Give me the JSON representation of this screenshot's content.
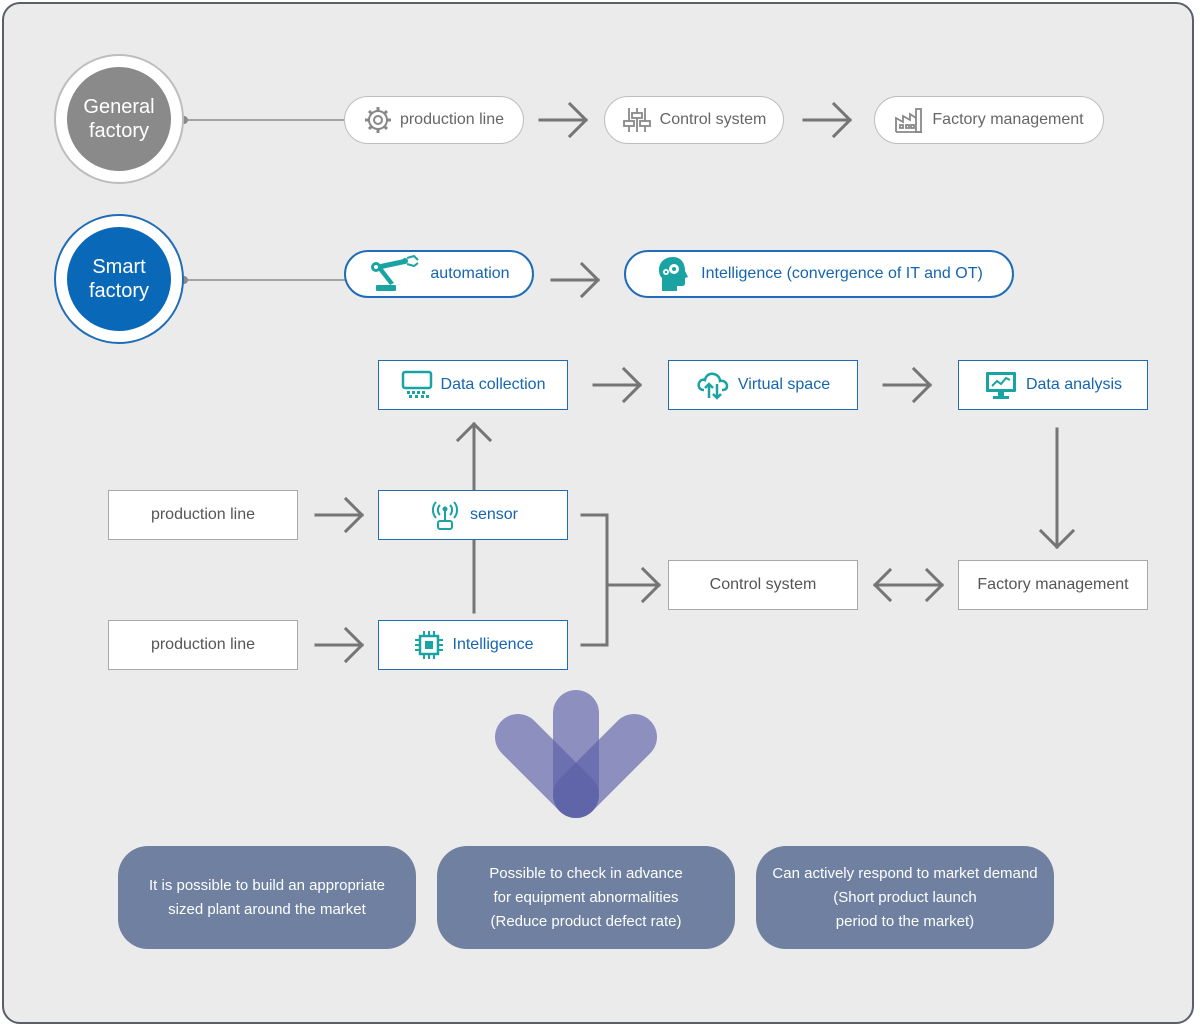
{
  "general": {
    "label": "General\nfactory",
    "steps": [
      "production line",
      "Control system",
      "Factory management"
    ]
  },
  "smart": {
    "label": "Smart\nfactory",
    "steps": [
      "automation",
      "Intelligence (convergence of IT and OT)"
    ]
  },
  "flow": {
    "data_collection": "Data collection",
    "virtual_space": "Virtual space",
    "data_analysis": "Data analysis",
    "production_line_1": "production line",
    "production_line_2": "production line",
    "sensor": "sensor",
    "intelligence": "Intelligence",
    "control_system": "Control system",
    "factory_management": "Factory management"
  },
  "benefits": [
    "It is possible to build an appropriate\nsized plant around the market",
    "Possible to check in advance\nfor equipment abnormalities\n(Reduce product defect rate)",
    "Can actively respond to market demand\n(Short product launch\nperiod to the market)"
  ],
  "colors": {
    "background": "#ebebeb",
    "general_circle": "#8a8a8a",
    "smart_circle": "#0a68b8",
    "accent_blue": "#1f6db8",
    "icon_teal": "#1aa3a3",
    "arrow_gray": "#757575",
    "benefit_box": "#6f80a0",
    "chevron": "#5b5fa8"
  }
}
